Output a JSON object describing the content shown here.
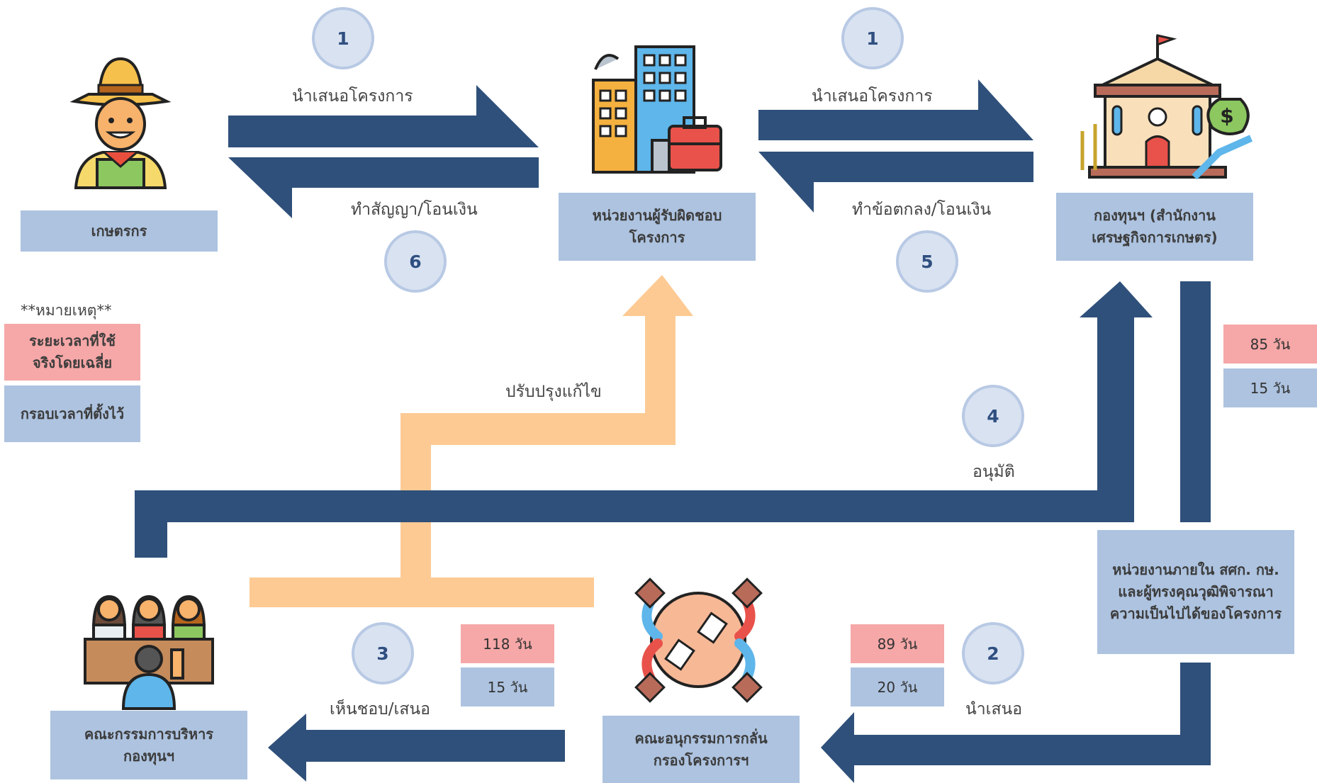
{
  "colors": {
    "navy": "#2f507a",
    "peach": "#fdca94",
    "blue_box": "#adc3e0",
    "pink_box": "#f6a7a7",
    "circle": "#d9e2f1"
  },
  "nodes": {
    "farmer": "เกษตรกร",
    "agency": "หน่วยงานผู้รับผิดชอบโครงการ",
    "fund": "กองทุนฯ (สำนักงานเศรษฐกิจการเกษตร)",
    "internal": "หน่วยงานภายใน สศก. กษ. และผู้ทรงคุณวุฒิพิจารณาความเป็นไปได้ของโครงการ",
    "subcommittee": "คณะอนุกรรมการกลั่นกรองโครงการฯ",
    "committee": "คณะกรรมการบริหารกองทุนฯ"
  },
  "icons": {
    "farmer": "farmer-icon",
    "agency": "office-building-icon",
    "fund": "government-fund-icon",
    "subcommittee": "meeting-table-icon",
    "committee": "board-meeting-icon"
  },
  "steps": {
    "s1a": {
      "num": "1",
      "label": "นำเสนอโครงการ"
    },
    "s1b": {
      "num": "1",
      "label": "นำเสนอโครงการ"
    },
    "s2": {
      "num": "2",
      "label": "นำเสนอ"
    },
    "s3": {
      "num": "3",
      "label": "เห็นชอบ/เสนอ"
    },
    "s4": {
      "num": "4",
      "label": "อนุมัติ"
    },
    "s5": {
      "num": "5",
      "label": "ทำข้อตกลง/โอนเงิน"
    },
    "s6": {
      "num": "6",
      "label": "ทำสัญญา/โอนเงิน"
    },
    "revise": "ปรับปรุงแก้ไข"
  },
  "durations": {
    "internal_actual": "85 วัน",
    "internal_target": "15 วัน",
    "sub_actual": "89 วัน",
    "sub_target": "20 วัน",
    "committee_actual": "118 วัน",
    "committee_target": "15 วัน"
  },
  "legend": {
    "title": "**หมายเหตุ**",
    "actual": "ระยะเวลาที่ใช้จริงโดยเฉลี่ย",
    "target": "กรอบเวลาที่ตั้งไว้"
  }
}
